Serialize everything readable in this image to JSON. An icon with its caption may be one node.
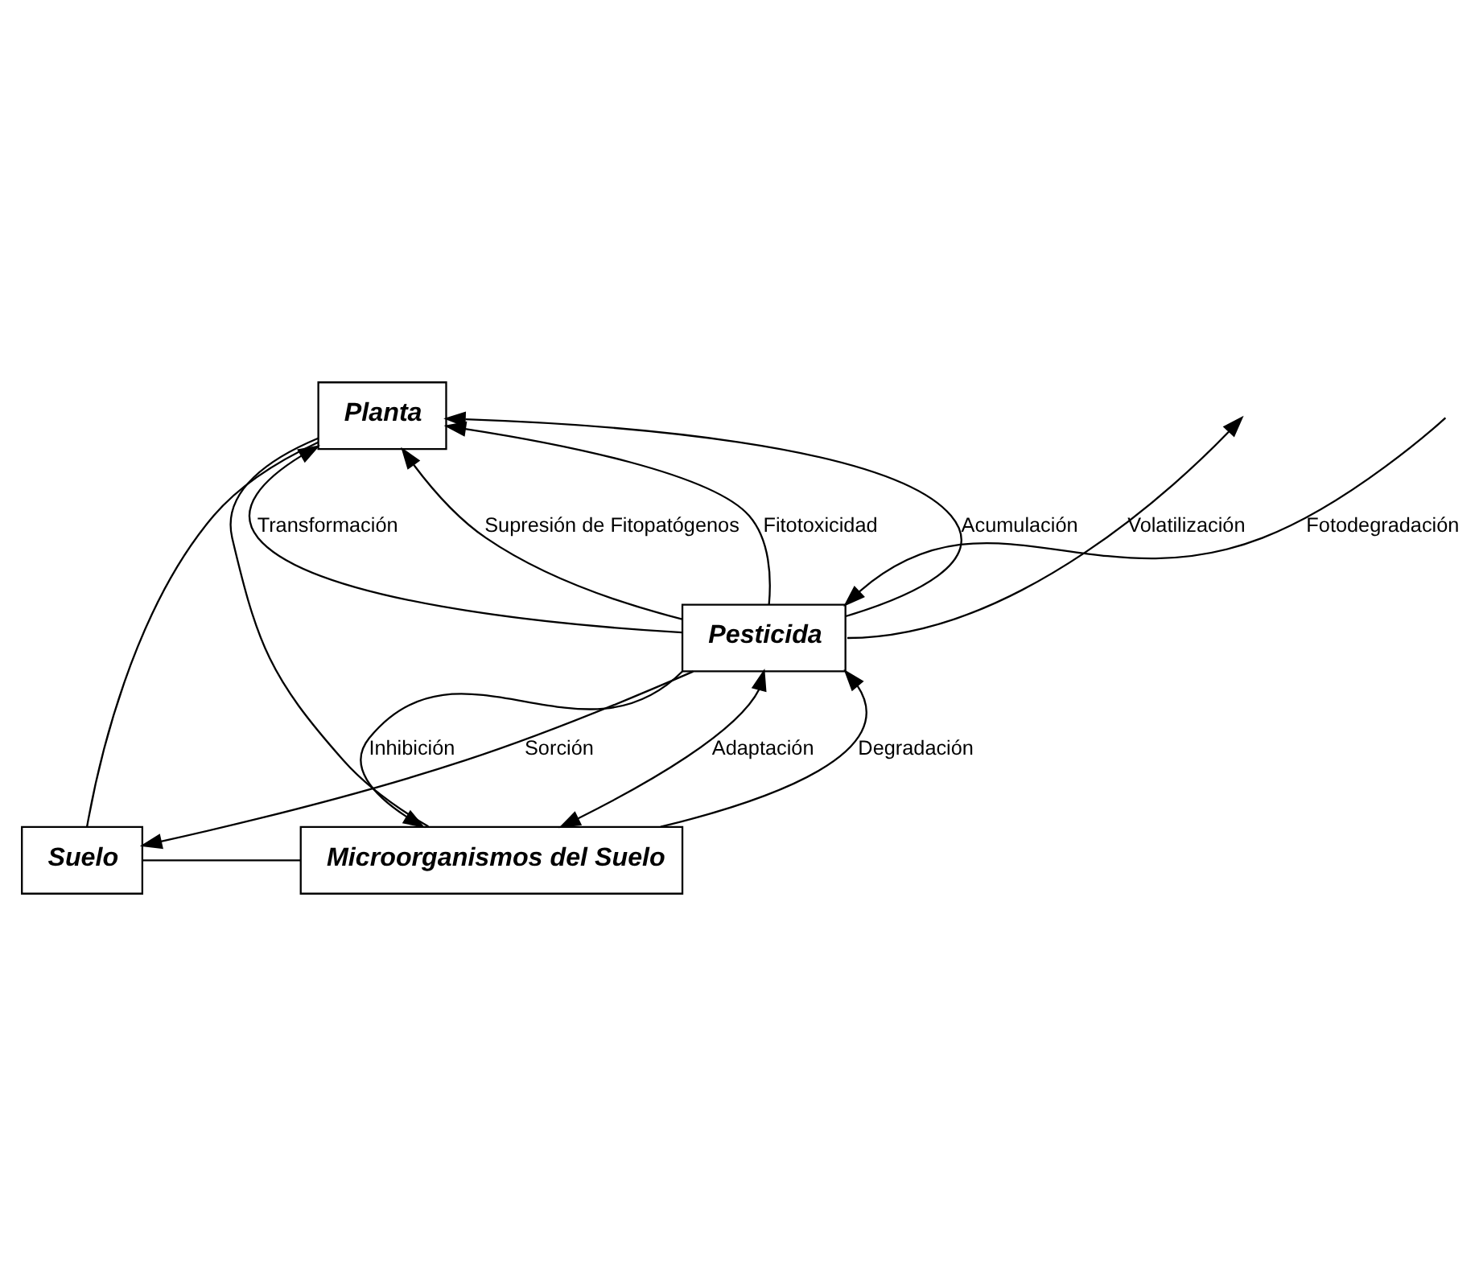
{
  "diagram": {
    "nodes": [
      {
        "text": [
          "Planta"
        ]
      },
      {
        "text": [
          "Pesticida"
        ]
      },
      {
        "text": [
          "Suelo"
        ]
      },
      {
        "text": [
          "Microorganismos del Suelo"
        ]
      }
    ],
    "edges": [
      {
        "from": 0,
        "to": 2,
        "arrow": "none"
      },
      {
        "from": 0,
        "to": 3,
        "arrow": "none"
      },
      {
        "from": 2,
        "to": 3,
        "arrow": "none"
      },
      {
        "from": 1,
        "to": 0,
        "arrow": "to",
        "label": "Acumulación"
      },
      {
        "from": 1,
        "to": 0,
        "arrow": "to",
        "label": "Transformación"
      },
      {
        "from": 1,
        "to": 0,
        "arrow": "to",
        "label": "Supresión de Fitopatógenos"
      },
      {
        "from": 1,
        "to": 0,
        "arrow": "to",
        "label": "Fitotoxicidad"
      },
      {
        "from": null,
        "to": 1,
        "arrow": "to",
        "label": "Fotodegradación"
      },
      {
        "from": 1,
        "to": null,
        "arrow": "to",
        "label": "Volatilización"
      },
      {
        "from": 1,
        "to": 2,
        "arrow": "to",
        "label": "Sorción"
      },
      {
        "from": 3,
        "to": 1,
        "arrow": "to",
        "label": "Degradación"
      },
      {
        "from": 1,
        "to": 3,
        "arrow": "both",
        "label": "Adaptación"
      },
      {
        "from": 1,
        "to": 3,
        "arrow": "to",
        "label": "Inhibición"
      }
    ]
  }
}
